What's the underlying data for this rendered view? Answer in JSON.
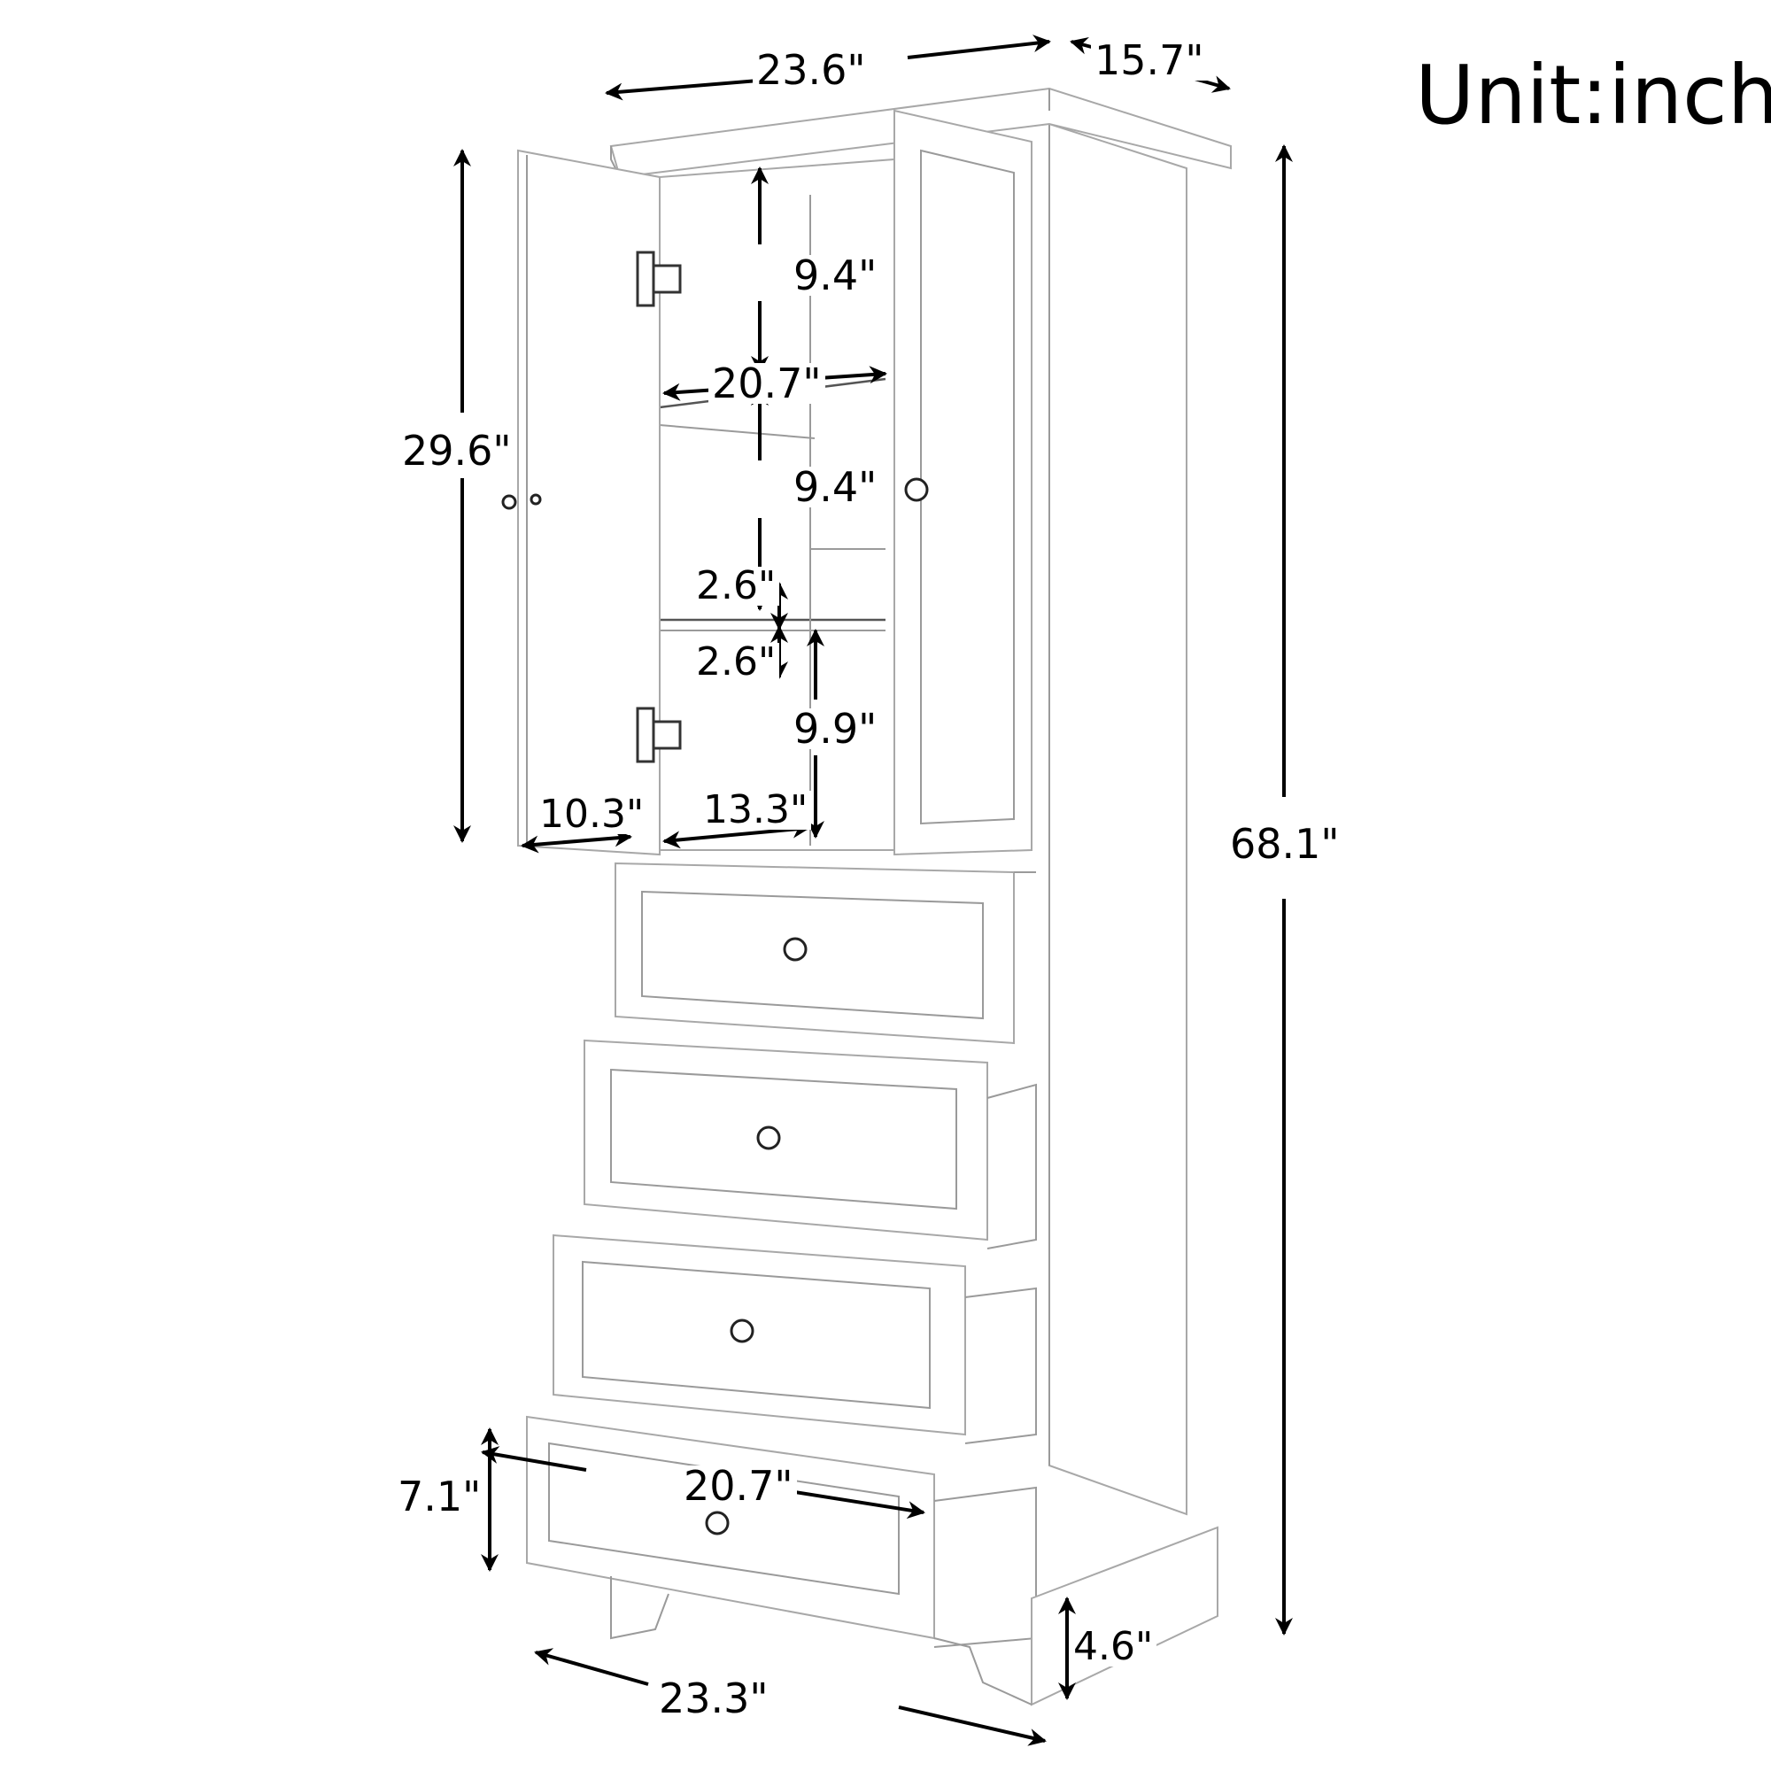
{
  "unit_label": "Unit:inch",
  "product": "Tall storage cabinet with two doors and four drawers",
  "dimensions": {
    "top_width": "23.6\"",
    "top_depth": "15.7\"",
    "total_height": "68.1\"",
    "cabinet_height": "29.6\"",
    "shelf_width": "20.7\"",
    "shelf_gap_top": "9.4\"",
    "shelf_gap_middle": "9.4\"",
    "shelf_gap_bottom": "9.9\"",
    "shelf_adjust_up": "2.6\"",
    "shelf_adjust_down": "2.6\"",
    "door_width": "10.3\"",
    "interior_depth": "13.3\"",
    "drawer_height": "7.1\"",
    "drawer_width": "20.7\"",
    "base_width": "23.3\"",
    "base_height": "4.6\""
  },
  "colors": {
    "line": "#000000",
    "outline": "#9a9a9a",
    "background": "#ffffff"
  }
}
